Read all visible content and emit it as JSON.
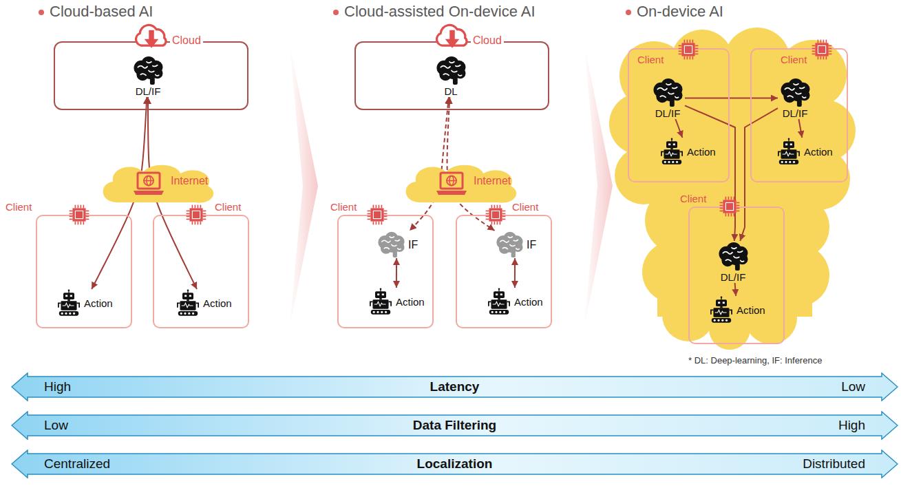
{
  "diagram": {
    "nodes": [
      {
        "text": [
          "Cloud"
        ]
      },
      {
        "text": [
          "DL/IF"
        ],
        "in": 0
      },
      {
        "text": [
          "Internet"
        ]
      },
      {
        "text": [
          "Client"
        ]
      },
      {
        "text": [
          "Action"
        ],
        "in": 3
      },
      {
        "text": [
          "Client"
        ]
      },
      {
        "text": [
          "Action"
        ],
        "in": 5
      },
      {
        "text": [
          "Cloud"
        ]
      },
      {
        "text": [
          "DL"
        ],
        "in": 7
      },
      {
        "text": [
          "Internet"
        ]
      },
      {
        "text": [
          "Client"
        ]
      },
      {
        "text": [
          "IF"
        ],
        "in": 10
      },
      {
        "text": [
          "Action"
        ],
        "in": 10
      },
      {
        "text": [
          "Client"
        ]
      },
      {
        "text": [
          "IF"
        ],
        "in": 13
      },
      {
        "text": [
          "Action"
        ],
        "in": 13
      },
      {
        "text": [
          "Client"
        ]
      },
      {
        "text": [
          "DL/IF"
        ],
        "in": 16
      },
      {
        "text": [
          "Action"
        ],
        "in": 16
      },
      {
        "text": [
          "Client"
        ]
      },
      {
        "text": [
          "DL/IF"
        ],
        "in": 19
      },
      {
        "text": [
          "Action"
        ],
        "in": 19
      },
      {
        "text": [
          "Client"
        ]
      },
      {
        "text": [
          "DL/IF"
        ],
        "in": 22
      },
      {
        "text": [
          "Action"
        ],
        "in": 22
      },
      {
        "text": [
          "High",
          "Latency",
          "Low"
        ]
      },
      {
        "text": [
          "Low",
          "Data Filtering",
          "High"
        ]
      },
      {
        "text": [
          "Centralized",
          "Localization",
          "Distributed"
        ]
      }
    ],
    "edges": [
      {
        "from": 1,
        "to": 4,
        "arrow": "both"
      },
      {
        "from": 1,
        "to": 6,
        "arrow": "both"
      },
      {
        "from": 8,
        "to": 11,
        "arrow": "both"
      },
      {
        "from": 8,
        "to": 14,
        "arrow": "both"
      },
      {
        "from": 11,
        "to": 12,
        "arrow": "both"
      },
      {
        "from": 14,
        "to": 15,
        "arrow": "both"
      },
      {
        "from": 17,
        "to": 18,
        "arrow": "to"
      },
      {
        "from": 20,
        "to": 21,
        "arrow": "to"
      },
      {
        "from": 23,
        "to": 24,
        "arrow": "to"
      },
      {
        "from": 17,
        "to": 20,
        "arrow": "to"
      },
      {
        "from": 17,
        "to": 23,
        "arrow": "to"
      },
      {
        "from": 20,
        "to": 23,
        "arrow": "to"
      }
    ],
    "labels": [
      "Cloud-based AI",
      "Cloud-assisted On-device AI",
      "On-device AI",
      "* DL: Deep-learning, IF: Inference"
    ]
  }
}
